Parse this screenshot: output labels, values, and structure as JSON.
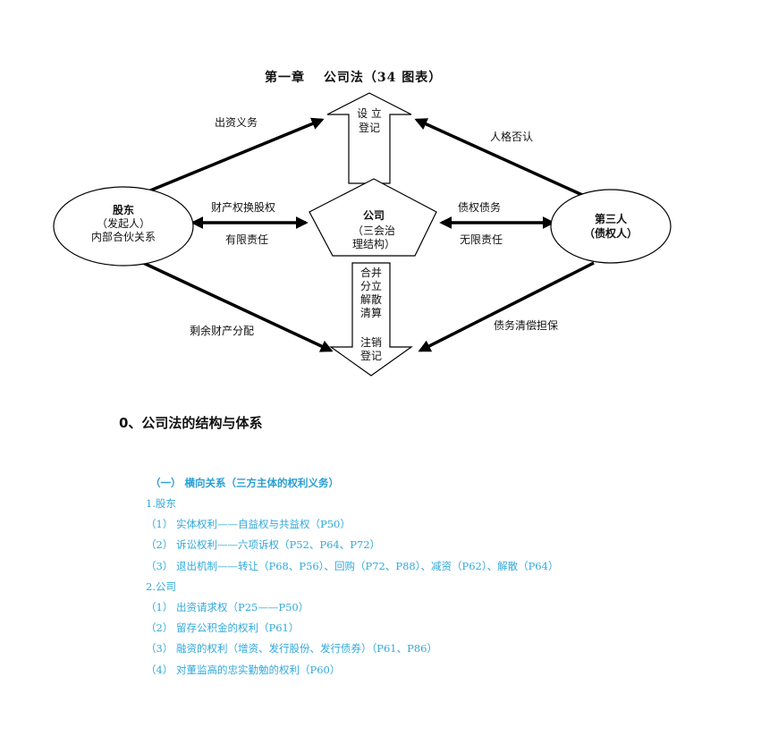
{
  "title": "第一章　 公司法（34 图表）",
  "diagram": {
    "shareholder": {
      "name": "股东",
      "sub": "（发起人）",
      "sub2": "内部合伙关系"
    },
    "company": {
      "name": "公司",
      "sub": "（三会治",
      "sub2": "理结构）"
    },
    "third_party": {
      "name": "第三人",
      "sub": "（债权人）"
    },
    "up_arrow": {
      "line1": "设 立",
      "line2": "登记"
    },
    "down_arrow": {
      "line1": "合并",
      "line2": "分立",
      "line3": "解散",
      "line4": "清算",
      "line5": "注销",
      "line6": "登记"
    },
    "labels": {
      "capital_duty": "出资义务",
      "piercing": "人格否认",
      "property_exchange": "财产权换股权",
      "limited_liability": "有限责任",
      "creditor_debt": "债权债务",
      "unlimited_liability": "无限责任",
      "residual_distribution": "剩余财产分配",
      "debt_settlement": "债务清偿担保"
    }
  },
  "section_heading": "0、公司法的结构与体系",
  "outline": {
    "subheading": "（一） 横向关系（三方主体的权利义务）",
    "s1": "1.股东",
    "s1_items": [
      "（1） 实体权利——自益权与共益权（P50）",
      "（2） 诉讼权利——六项诉权（P52、P64、P72）",
      "（3） 退出机制——转让（P68、P56）、回购（P72、P88）、减资（P62）、解散（P64）"
    ],
    "s2": "2.公司",
    "s2_items": [
      "（1） 出资请求权（P25——P50）",
      "（2） 留存公积金的权利（P61）",
      "（3） 融资的权利（增资、发行股份、发行债券）（P61、P86）",
      "（4） 对董监高的忠实勤勉的权利（P60）"
    ]
  }
}
